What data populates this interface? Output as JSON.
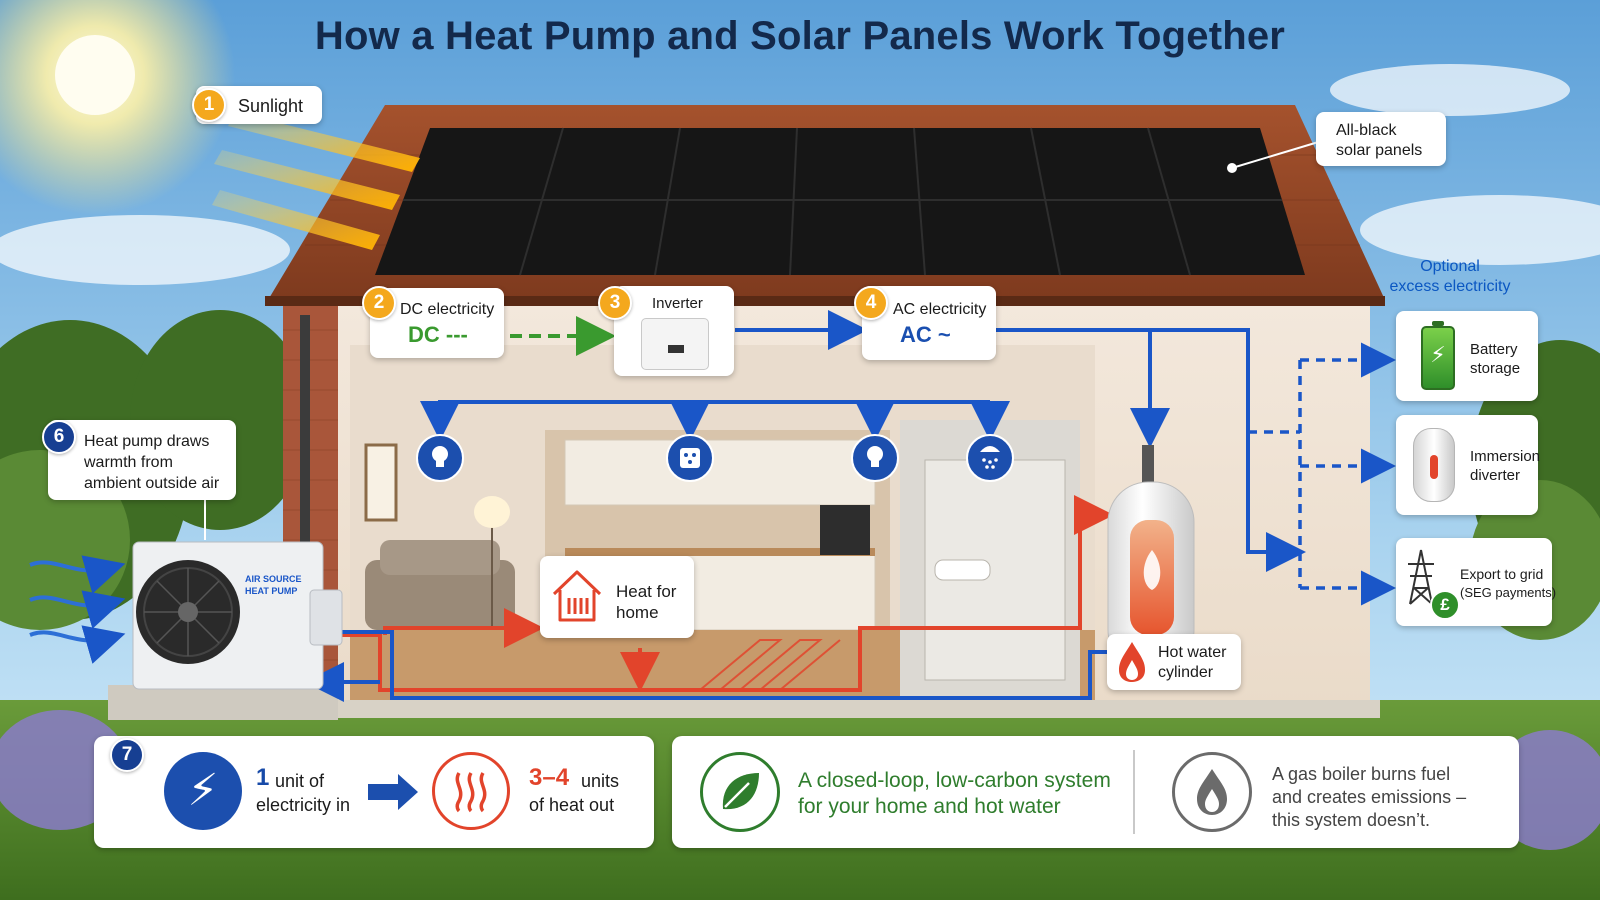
{
  "title": "How a Heat Pump and Solar Panels Work Together",
  "steps": {
    "s1": {
      "num": "1",
      "label": "Sunlight"
    },
    "s2": {
      "num": "2",
      "label": "DC electricity",
      "symbol": "DC ---"
    },
    "s3": {
      "num": "3",
      "label": "Inverter"
    },
    "s4": {
      "num": "4",
      "label": "AC electricity",
      "symbol": "AC ~"
    },
    "s6": {
      "num": "6",
      "line1": "Heat pump draws",
      "line2": "warmth from",
      "line3": "ambient outside air"
    },
    "s7": {
      "num": "7"
    }
  },
  "panels_label": {
    "line1": "All-black",
    "line2": "solar panels"
  },
  "optional": {
    "line1": "Optional",
    "line2": "excess electricity"
  },
  "battery": {
    "line1": "Battery",
    "line2": "storage"
  },
  "immersion": {
    "line1": "Immersion",
    "line2": "diverter"
  },
  "export": {
    "line1": "Export to grid",
    "line2": "(SEG payments)"
  },
  "heat_home": {
    "line1": "Heat for",
    "line2": "home"
  },
  "hot_water": {
    "line1": "Hot water",
    "line2": "cylinder"
  },
  "heat_pump_unit": {
    "line1": "AIR SOURCE",
    "line2": "HEAT PUMP"
  },
  "efficiency": {
    "in_num": "1",
    "in_text1": "unit of",
    "in_text2": "electricity in",
    "out_num": "3–4",
    "out_text1": "units",
    "out_text2": "of heat out"
  },
  "closed_loop": {
    "line1": "A closed-loop, low-carbon system",
    "line2": "for your home and hot water"
  },
  "gas_boiler": {
    "line1": "A gas boiler burns fuel",
    "line2": "and creates emissions –",
    "line3": "this system doesn’t."
  },
  "colors": {
    "title": "#13294b",
    "dc_green": "#3a9a2f",
    "ac_blue": "#1a4fb0",
    "heat_red": "#e2442b",
    "step_orange": "#f4a81d",
    "step_blue": "#173f92"
  }
}
